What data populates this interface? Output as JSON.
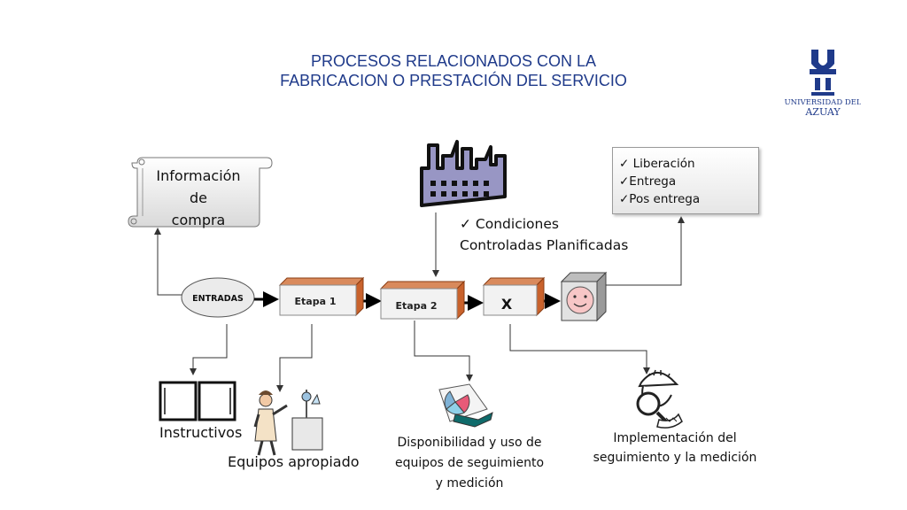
{
  "title": {
    "line1": "PROCESOS RELACIONADOS CON LA",
    "line2": "FABRICACION O PRESTACIÓN DEL SERVICIO"
  },
  "logo": {
    "line1": "UNIVERSIDAD DEL",
    "line2": "AZUAY",
    "color": "#1f3a8a"
  },
  "info_compra": {
    "line1": "Información",
    "line2": "de",
    "line3": "compra"
  },
  "condiciones": {
    "line1": "✓ Condiciones",
    "line2": "Controladas Planificadas"
  },
  "outputs": {
    "item1": "✓ Liberación",
    "item2": "✓Entrega",
    "item3": "✓Pos entrega"
  },
  "entradas_label": "ENTRADAS",
  "etapa1_label": "Etapa 1",
  "etapa2_label": "Etapa 2",
  "x_label": "X",
  "labels": {
    "instructivos": "Instructivos",
    "equipos": "Equipos apropiado",
    "disponibilidad": "Disponibilidad y uso de equipos de seguimiento y medición",
    "implementacion": "Implementación del seguimiento y la medición"
  },
  "icons": {
    "factory": "factory-icon",
    "book": "book-icon",
    "scientist": "scientist-icon",
    "chart": "pie-chart-icon",
    "detective": "detective-icon",
    "customer": "smiley-face-icon"
  },
  "colors": {
    "factory": "#9896c4",
    "box_front": "#f2f2f2",
    "box_side": "#c9622c",
    "title": "#1f3a8a"
  }
}
